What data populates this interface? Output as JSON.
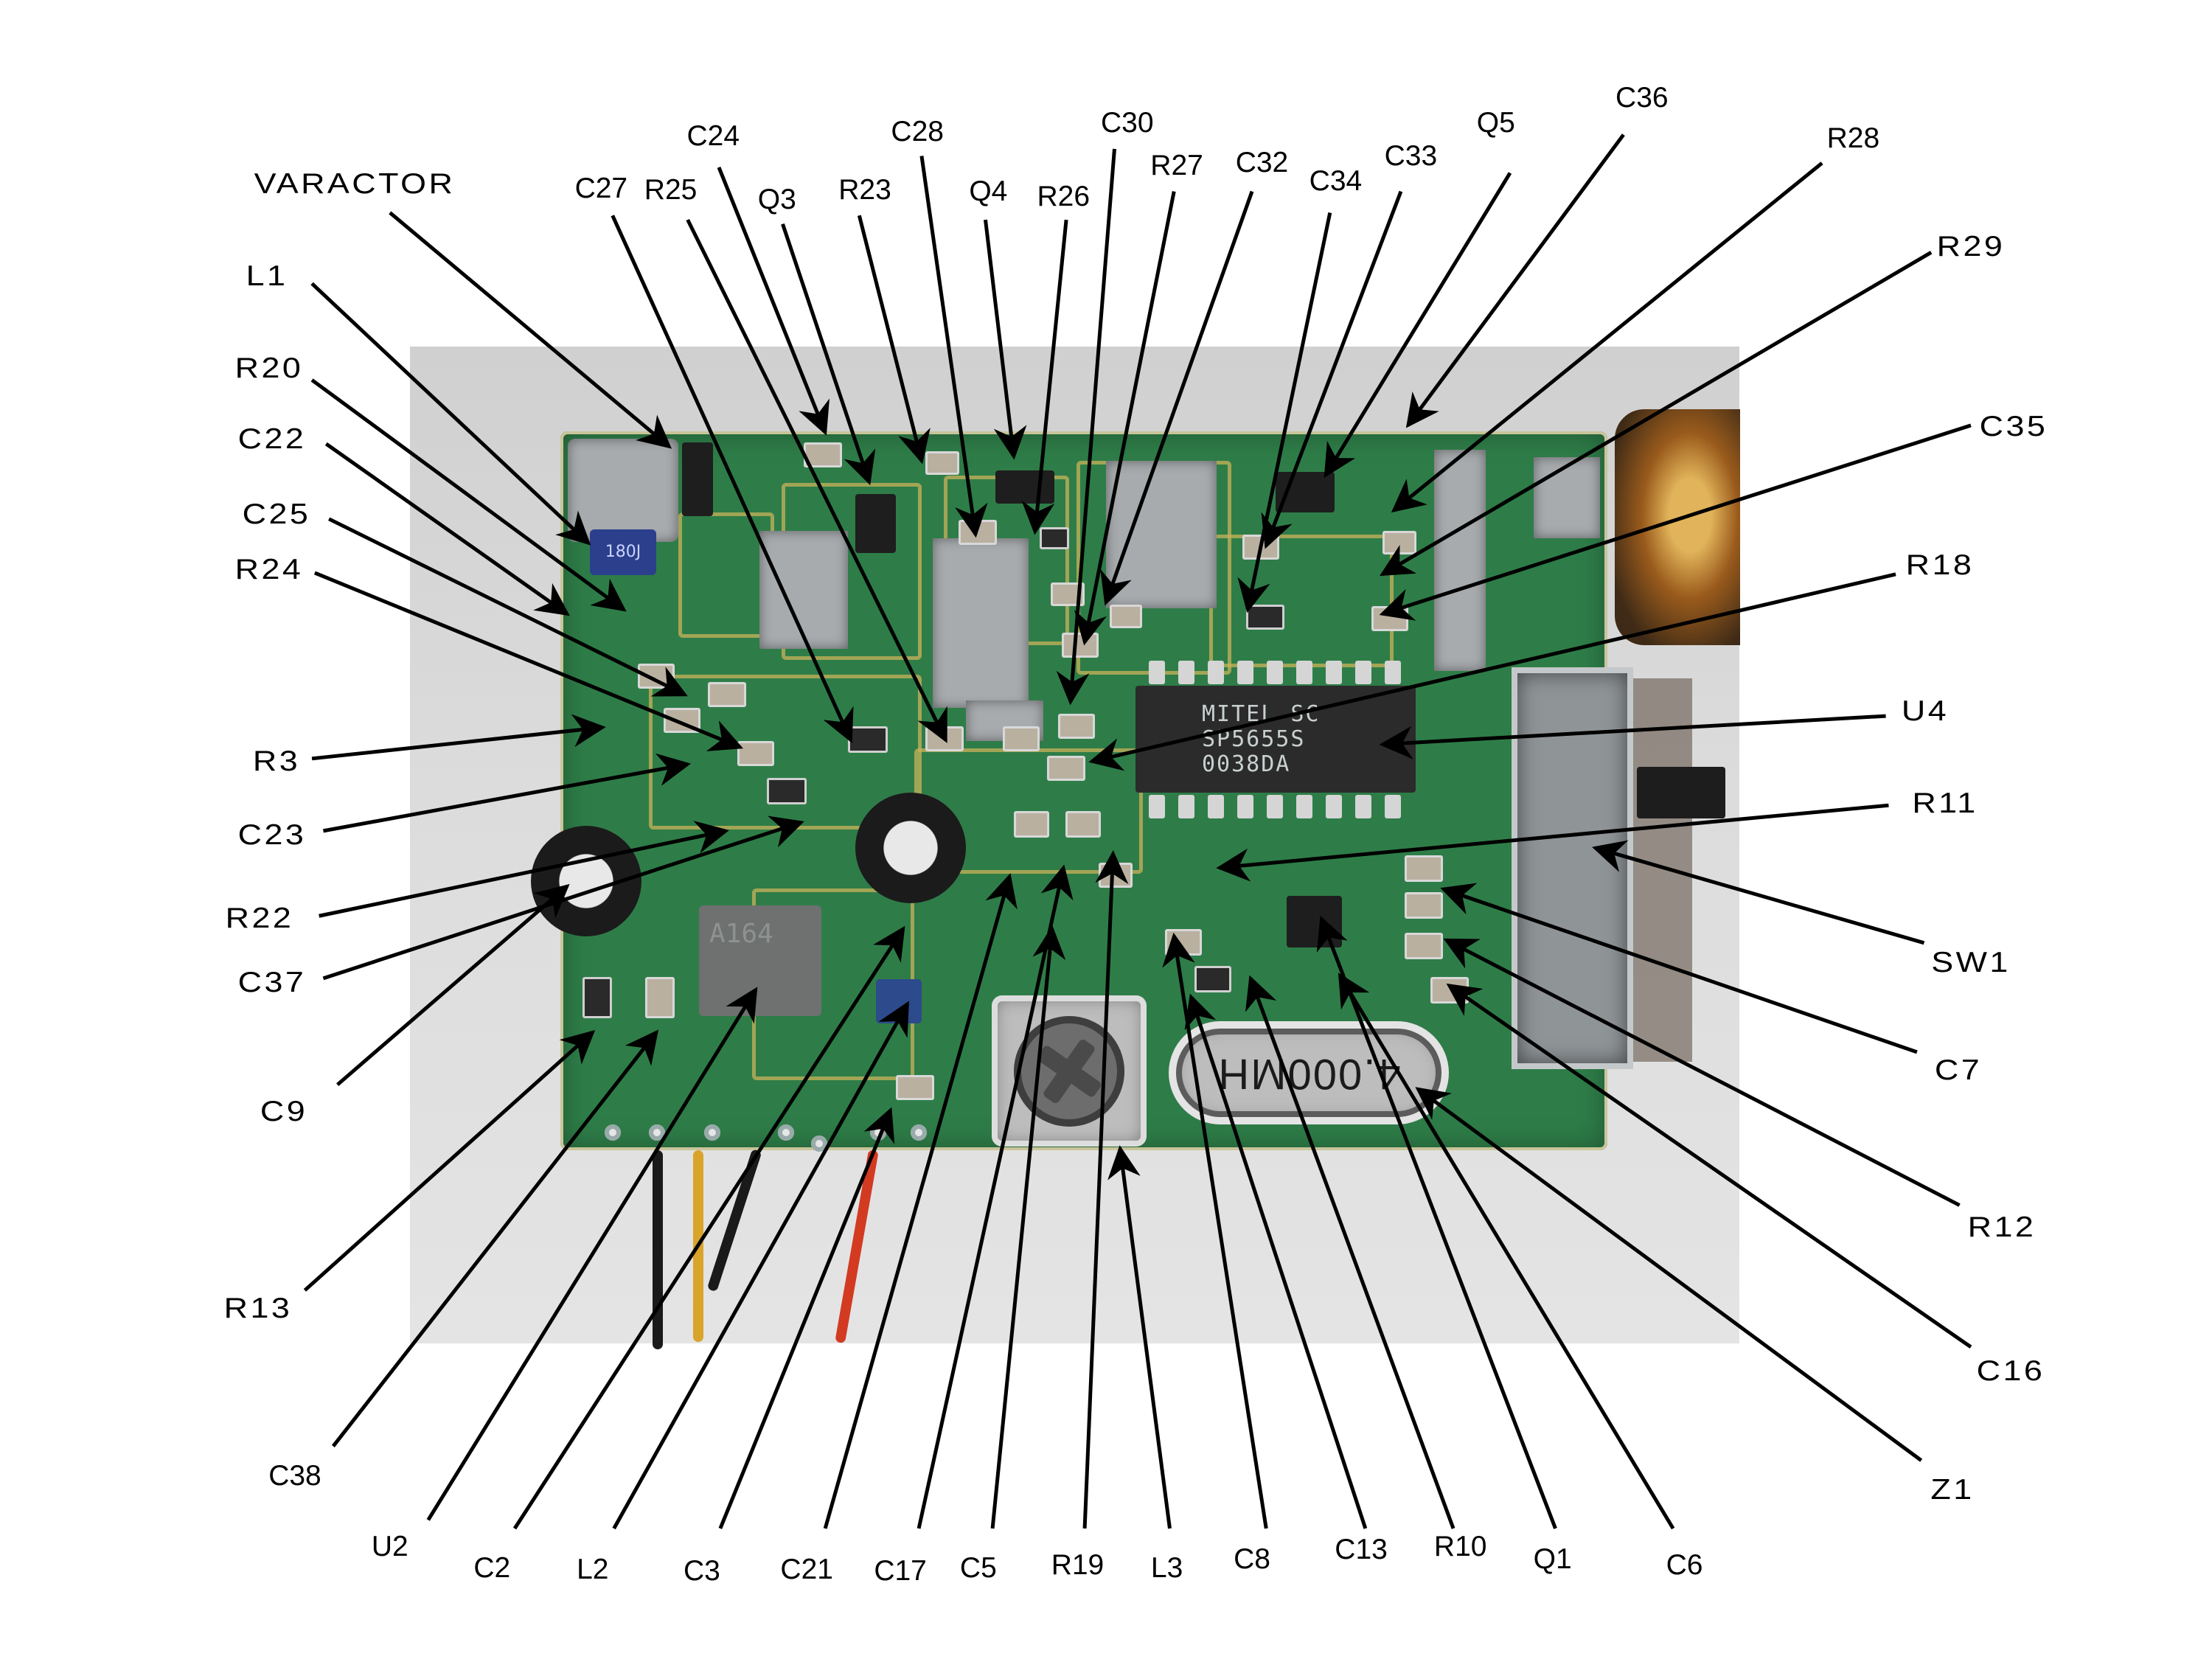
{
  "figure": {
    "subject": "Annotated photo of PCB with labeled components",
    "chip_marking_u4": [
      "MITEL SC",
      "SP5655S",
      "0038DA"
    ],
    "crystal_marking": "4.000MH",
    "inductor_marking_l1": "180J",
    "chip_marking_u2": "A164"
  },
  "labels": {
    "varactor": "VARACTOR",
    "l1": "L1",
    "r20": "R20",
    "c22": "C22",
    "c25": "C25",
    "r24": "R24",
    "r3": "R3",
    "c23": "C23",
    "r22": "R22",
    "c37": "C37",
    "c9": "C9",
    "r13": "R13",
    "c38": "C38",
    "u2": "U2",
    "c2": "C2",
    "l2": "L2",
    "c3": "C3",
    "c21": "C21",
    "c17": "C17",
    "c5": "C5",
    "r19": "R19",
    "l3": "L3",
    "c8": "C8",
    "c13": "C13",
    "r10": "R10",
    "q1": "Q1",
    "c6": "C6",
    "z1": "Z1",
    "c16": "C16",
    "r12": "R12",
    "c7": "C7",
    "sw1": "SW1",
    "r11": "R11",
    "u4": "U4",
    "r18": "R18",
    "c35": "C35",
    "r29": "R29",
    "r28": "R28",
    "c36": "C36",
    "q5": "Q5",
    "c33": "C33",
    "c34": "C34",
    "c32": "C32",
    "r27": "R27",
    "c30": "C30",
    "r26": "R26",
    "q4": "Q4",
    "c28": "C28",
    "r23": "R23",
    "q3": "Q3",
    "c24": "C24",
    "r25": "R25",
    "c27": "C27"
  },
  "colors": {
    "board_green": "#2e7d48",
    "arrow": "#000000",
    "photo_background": "#d8d8d8"
  }
}
